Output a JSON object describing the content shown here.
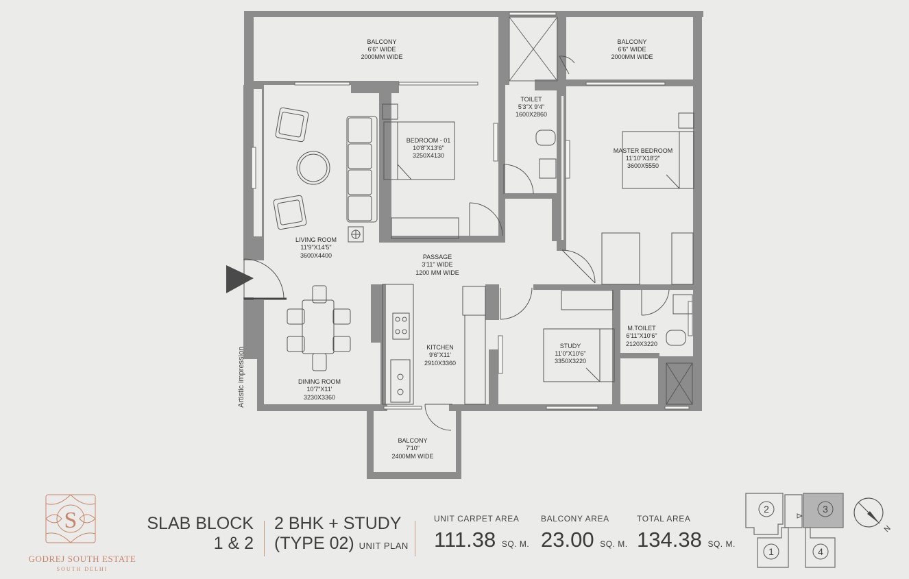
{
  "rooms": {
    "balcony_top_left": {
      "name": "BALCONY",
      "dim_ft": "6'6\" WIDE",
      "dim_mm": "2000MM WIDE"
    },
    "balcony_top_right": {
      "name": "BALCONY",
      "dim_ft": "6'6\" WIDE",
      "dim_mm": "2000MM WIDE"
    },
    "toilet": {
      "name": "TOILET",
      "dim_ft": "5'3\"X 9'4\"",
      "dim_mm": "1600X2860"
    },
    "bedroom_01": {
      "name": "BEDROOM - 01",
      "dim_ft": "10'8\"X13'6\"",
      "dim_mm": "3250X4130"
    },
    "master_bedroom": {
      "name": "MASTER BEDROOM",
      "dim_ft": "11'10\"X18'2\"",
      "dim_mm": "3600X5550"
    },
    "living_room": {
      "name": "LIVING ROOM",
      "dim_ft": "11'9\"X14'5\"",
      "dim_mm": "3600X4400"
    },
    "passage": {
      "name": "PASSAGE",
      "dim_ft": "3'11\" WIDE",
      "dim_mm": "1200 MM WIDE"
    },
    "kitchen": {
      "name": "KITCHEN",
      "dim_ft": "9'6\"X11'",
      "dim_mm": "2910X3360"
    },
    "study": {
      "name": "STUDY",
      "dim_ft": "11'0\"X10'6\"",
      "dim_mm": "3350X3220"
    },
    "m_toilet": {
      "name": "M.TOILET",
      "dim_ft": "6'11\"X10'6\"",
      "dim_mm": "2120X3220"
    },
    "dining_room": {
      "name": "DINING ROOM",
      "dim_ft": "10'7\"X11'",
      "dim_mm": "3230X3360"
    },
    "balcony_bottom": {
      "name": "BALCONY",
      "dim_ft": "7'10\"",
      "dim_mm": "2400MM WIDE"
    }
  },
  "side_note": "Artistic impression",
  "logo": {
    "letter": "S",
    "brand": "GODREJ SOUTH ESTATE",
    "region": "SOUTH DELHI"
  },
  "block": {
    "line1": "SLAB BLOCK",
    "line2": "1 & 2"
  },
  "unit": {
    "line1": "2 BHK + STUDY",
    "line2": "(TYPE 02)",
    "suffix": "UNIT PLAN"
  },
  "areas": {
    "carpet": {
      "label": "UNIT CARPET AREA",
      "value": "111.38",
      "unit": "SQ. M."
    },
    "balcony": {
      "label": "BALCONY AREA",
      "value": "23.00",
      "unit": "SQ. M."
    },
    "total": {
      "label": "TOTAL AREA",
      "value": "134.38",
      "unit": "SQ. M."
    }
  },
  "key_plan": {
    "units": [
      "1",
      "2",
      "3",
      "4"
    ],
    "highlighted": "3",
    "north": "N"
  },
  "colors": {
    "wall": "#8c8c8c",
    "background": "#ebebea",
    "accent": "#c7866a"
  }
}
